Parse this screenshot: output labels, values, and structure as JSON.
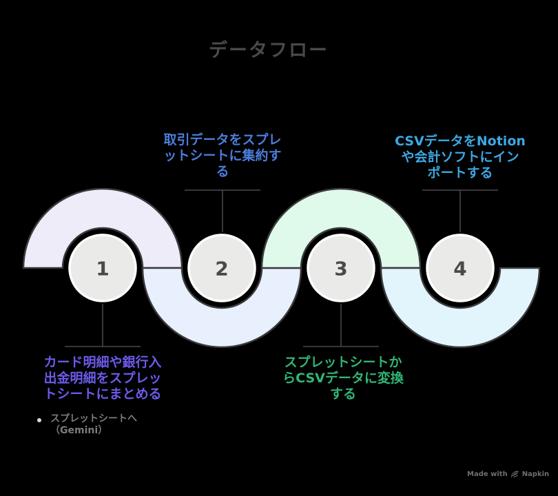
{
  "title": "データフロー",
  "colors": {
    "background": "#000000",
    "title_text": "#4A4A4C",
    "arc_outline": "#3A3A3C",
    "circle_fill": "#EAEAE8",
    "circle_border": "#FFFFFF",
    "number_text": "#4A4A4A",
    "connector_line": "#4A4A4A"
  },
  "steps": [
    {
      "number": "1",
      "label": "カード明細や銀行入出金明細をスプレットシートにまとめる",
      "label_lines": [
        "カード明細や銀行入",
        "出金明細をスプレッ",
        "トシートにまとめる"
      ],
      "label_color": "#6A5BEA",
      "arc_color": "#EFECF9",
      "label_position": "below"
    },
    {
      "number": "2",
      "label": "取引データをスプレットシートに集約する",
      "label_lines": [
        "取引データをスプレ",
        "ットシートに集約す",
        "る"
      ],
      "label_color": "#4B7EDB",
      "arc_color": "#E9F0FD",
      "label_position": "above"
    },
    {
      "number": "3",
      "label": "スプレットシートからCSVデータに変換する",
      "label_lines": [
        "スプレットシートか",
        "らCSVデータに変換",
        "する"
      ],
      "label_color": "#32B575",
      "arc_color": "#DFFAEA",
      "label_position": "below"
    },
    {
      "number": "4",
      "label": "CSVデータをNotionや会計ソフトにインポートする",
      "label_lines": [
        "CSVデータをNotion",
        "や会計ソフトにイン",
        "ポートする"
      ],
      "label_color": "#3DA8E4",
      "arc_color": "#E2F5FD",
      "label_position": "above"
    }
  ],
  "step1_sub_bullet": {
    "lines": [
      "スプレットシートへ",
      "（Gemini）"
    ],
    "color": "#7C7C7C"
  },
  "footer": {
    "made_with": "Made with",
    "brand": "Napkin",
    "color": "#6F6F6F"
  }
}
